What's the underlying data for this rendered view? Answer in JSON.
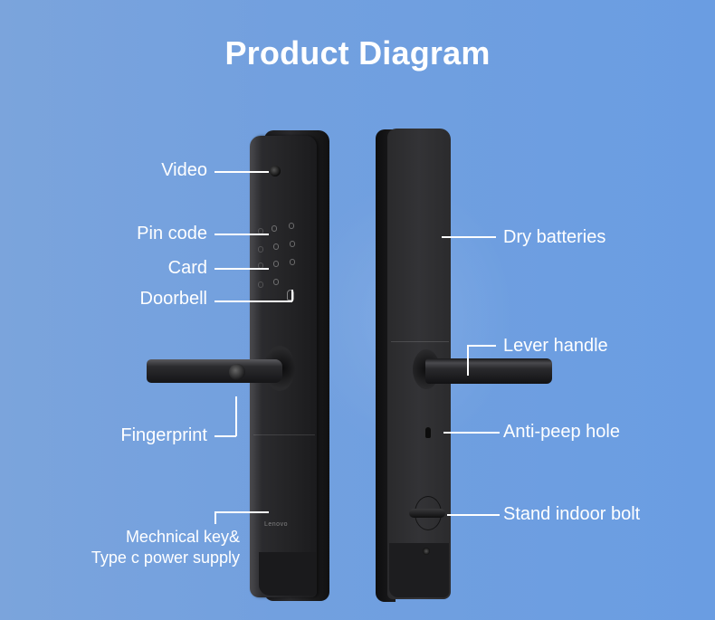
{
  "title": "Product Diagram",
  "colors": {
    "background_left": "#7ba4dc",
    "background_right": "#6a9de2",
    "text": "#ffffff",
    "lock_body": "#2a2a2d"
  },
  "front_lock": {
    "brand_mark": "Lenovo",
    "callouts": [
      {
        "id": "video",
        "label": "Video"
      },
      {
        "id": "pin-code",
        "label": "Pin code"
      },
      {
        "id": "card",
        "label": "Card"
      },
      {
        "id": "doorbell",
        "label": "Doorbell"
      },
      {
        "id": "fingerprint",
        "label": "Fingerprint"
      },
      {
        "id": "mechanical-key",
        "label_line1": "Mechnical key&",
        "label_line2": "Type c power supply"
      }
    ]
  },
  "back_lock": {
    "callouts": [
      {
        "id": "dry-batteries",
        "label": "Dry batteries"
      },
      {
        "id": "lever-handle",
        "label": "Lever handle"
      },
      {
        "id": "anti-peep-hole",
        "label": "Anti-peep hole"
      },
      {
        "id": "stand-indoor-bolt",
        "label": "Stand indoor bolt"
      }
    ]
  }
}
